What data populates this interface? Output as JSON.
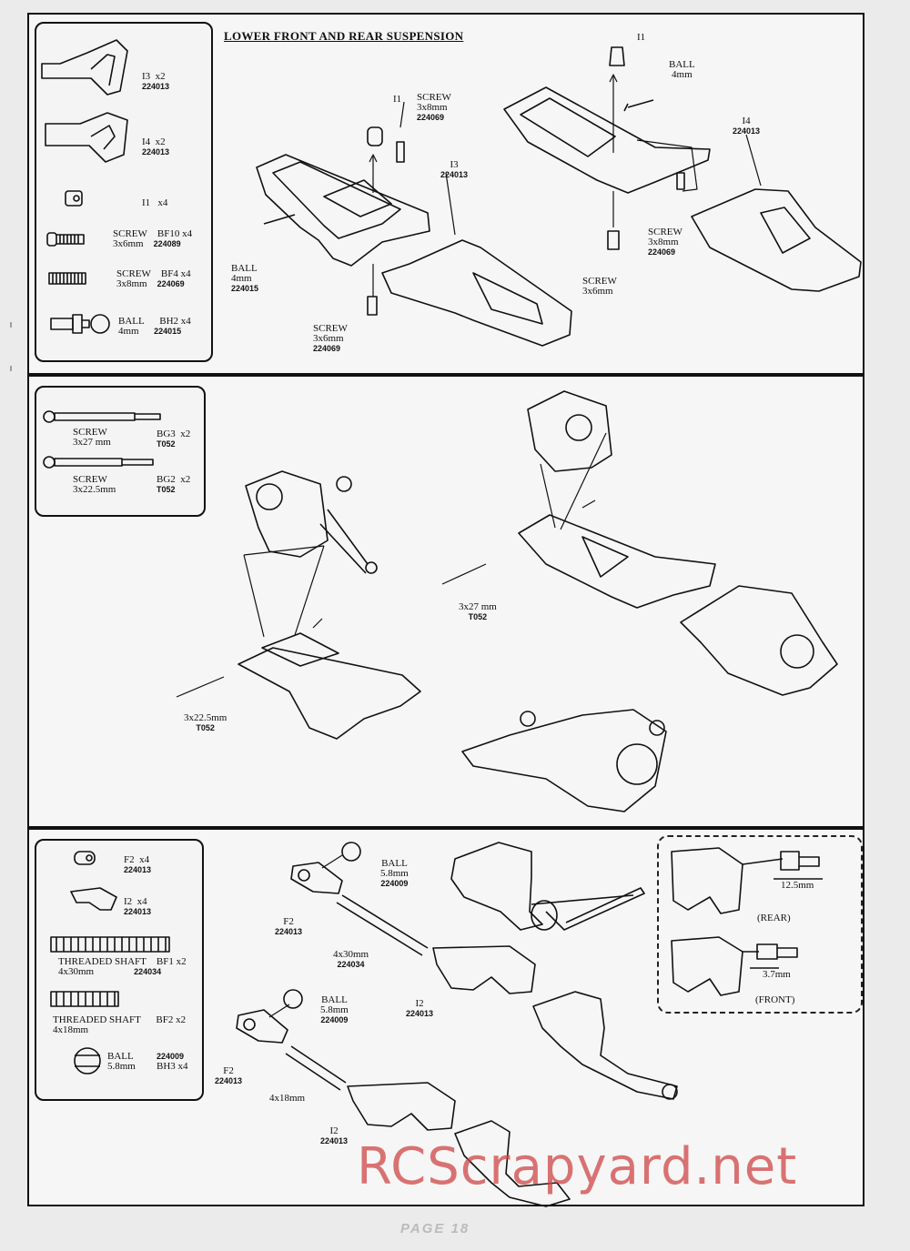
{
  "panel1": {
    "title": "LOWER FRONT AND REAR SUSPENSION",
    "parts": [
      {
        "label": "I3",
        "qty": "x2",
        "code": "224013"
      },
      {
        "label": "I4",
        "qty": "x2",
        "code": "224013"
      },
      {
        "label": "I1",
        "qty": "x4"
      },
      {
        "label": "SCREW",
        "size": "3x6mm",
        "ref": "BF10",
        "qty": "x4",
        "code": "224089"
      },
      {
        "label": "SCREW",
        "size": "3x8mm",
        "ref": "BF4",
        "qty": "x4",
        "code": "224069"
      },
      {
        "label": "BALL",
        "size": "4mm",
        "ref": "BH2",
        "qty": "x4",
        "code": "224015"
      }
    ],
    "callouts": {
      "i1_a": "I1",
      "screw_a": "SCREW\n3x8mm",
      "screw_a_code": "224069",
      "i3": "I3",
      "i3_code": "224013",
      "ball_a": "BALL\n4mm",
      "ball_a_code": "224015",
      "screw_b": "SCREW\n3x6mm",
      "screw_b_code": "224069",
      "i1_b": "I1",
      "ball_b": "BALL\n4mm",
      "i4": "I4",
      "i4_code": "224013",
      "screw_c": "SCREW\n3x8mm",
      "screw_c_code": "224069",
      "screw_d": "SCREW\n3x6mm"
    }
  },
  "panel2": {
    "parts": [
      {
        "label": "SCREW",
        "size": "3x27 mm",
        "ref": "BG3",
        "qty": "x2",
        "code": "T052"
      },
      {
        "label": "SCREW",
        "size": "3x22.5mm",
        "ref": "BG2",
        "qty": "x2",
        "code": "T052"
      }
    ],
    "callouts": {
      "s27": "3x27 mm",
      "s27_code": "T052",
      "s22": "3x22.5mm",
      "s22_code": "T052"
    }
  },
  "panel3": {
    "parts": [
      {
        "label": "F2",
        "qty": "x4",
        "code": "224013"
      },
      {
        "label": "I2",
        "qty": "x4",
        "code": "224013"
      },
      {
        "label": "THREADED SHAFT",
        "size": "4x30mm",
        "ref": "BF1",
        "qty": "x2",
        "code": "224034"
      },
      {
        "label": "THREADED SHAFT",
        "size": "4x18mm",
        "ref": "BF2",
        "qty": "x2"
      },
      {
        "label": "BALL",
        "size": "5.8mm",
        "ref": "BH3",
        "qty": "x4",
        "code": "224009"
      }
    ],
    "callouts": {
      "ball_a": "BALL\n5.8mm",
      "ball_a_code": "224009",
      "f2_a": "F2",
      "f2_a_code": "224013",
      "shaft_a": "4x30mm",
      "shaft_a_code": "224034",
      "i2_a": "I2",
      "i2_a_code": "224013",
      "ball_b": "BALL\n5.8mm",
      "ball_b_code": "224009",
      "f2_b": "F2",
      "f2_b_code": "224013",
      "shaft_b": "4x18mm",
      "i2_b": "I2",
      "i2_b_code": "224013"
    },
    "inset": {
      "rear_dim": "12.5mm",
      "rear_label": "(REAR)",
      "front_dim": "3.7mm",
      "front_label": "(FRONT)"
    }
  },
  "watermark": "RCScrapyard.net",
  "footer": "PAGE 18"
}
